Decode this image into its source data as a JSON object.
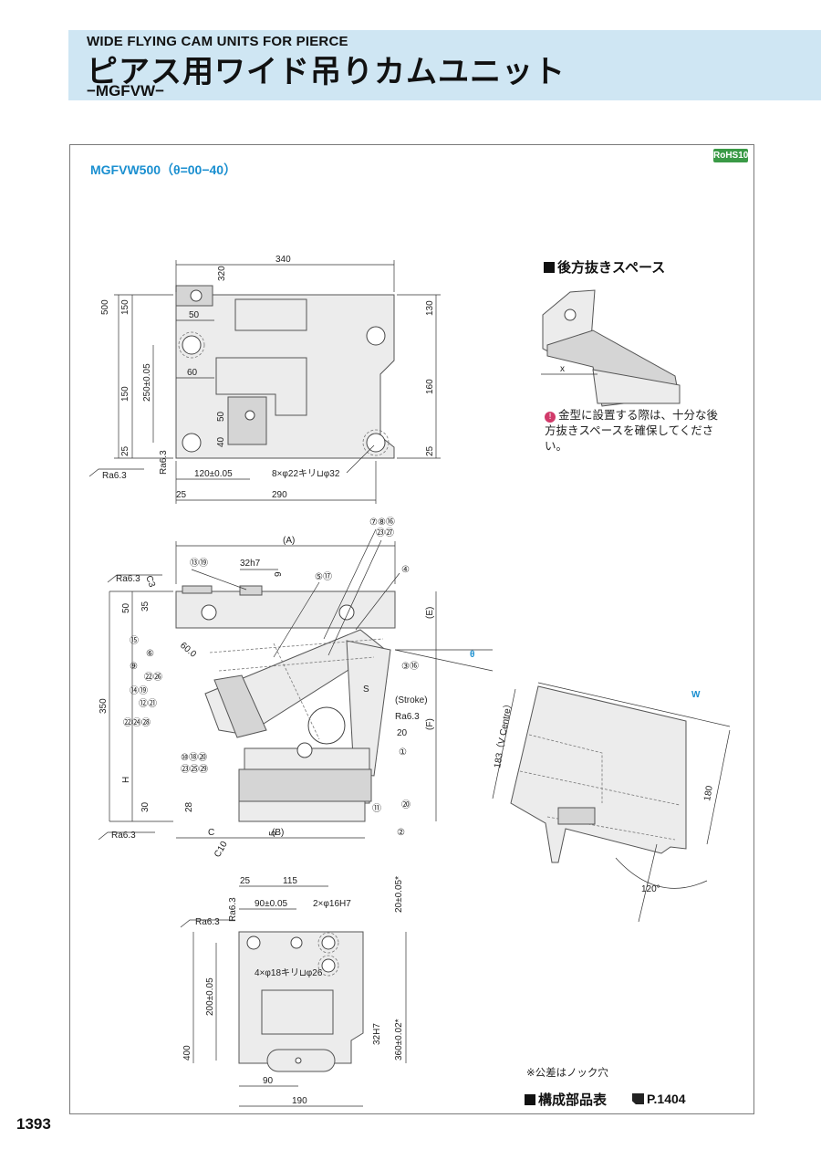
{
  "header": {
    "title_en": "WIDE FLYING CAM UNITS FOR PIERCE",
    "title_jp": "ピアス用ワイド吊りカムユニット",
    "code": "−MGFVW−"
  },
  "model_label": "MGFVW500（θ=00−40）",
  "rohs_badge": "RoHS10",
  "rear_space": {
    "title": "後方抜きスペース",
    "x_label": "x",
    "note": "金型に設置する際は、十分な後方抜きスペースを確保してください。"
  },
  "top_view": {
    "dims": {
      "w340": "340",
      "h500": "500",
      "v150a": "150",
      "v150b": "150",
      "v25a": "25",
      "d320": "320",
      "d50": "50",
      "d60": "60",
      "d250": "250±0.05",
      "d50b": "50",
      "d40": "40",
      "r130": "130",
      "r160": "160",
      "r25": "25",
      "d120": "120±0.05",
      "holes": "8×φ22キリ⊔φ32",
      "b25": "25",
      "b290": "290",
      "ra1": "Ra6.3",
      "ra2": "Ra6.3"
    }
  },
  "front_view": {
    "dims": {
      "A": "(A)",
      "E": "(E)",
      "F": "(F)",
      "B": "(B)",
      "H": "H",
      "C": "C",
      "d32h7": "32h7",
      "d9": "9",
      "d50": "50",
      "d35": "35",
      "d60": "60.0",
      "d350": "350",
      "d30": "30",
      "d28": "28",
      "d5": "5",
      "c10": "C10",
      "c3": "C3",
      "theta": "θ",
      "S": "S",
      "stroke": "(Stroke)",
      "d20": "20",
      "ra1": "Ra6.3",
      "ra2": "Ra6.3",
      "ra3": "Ra6.3"
    },
    "callouts": [
      "⑦⑧⑯",
      "㉓㉗",
      "⑬⑲",
      "⑤⑰",
      "④",
      "⑮",
      "⑥",
      "⑨",
      "㉒㉖",
      "⑭⑲",
      "⑫㉑",
      "㉒㉔㉘",
      "⑩⑱⑳",
      "㉓㉕㉙",
      "③⑯",
      "①",
      "⑳",
      "⑪",
      "②"
    ]
  },
  "side_view": {
    "dims": {
      "w": "W",
      "v183": "183（V Centre）",
      "d180": "180",
      "a120": "120°"
    }
  },
  "bottom_view": {
    "dims": {
      "d25": "25",
      "d115": "115",
      "d90tol": "90±0.05",
      "d2holes": "2×φ16H7",
      "d20tol": "20±0.05*",
      "ra": "Ra6.3",
      "ra2": "Ra6.3",
      "d200": "200±0.05",
      "d400": "400",
      "holes4": "4×φ18キリ⊔φ26",
      "d32h7": "32H7",
      "d360": "360±0.02*",
      "d90": "90",
      "d190": "190"
    }
  },
  "footer": {
    "tolerance_note": "※公差はノック穴",
    "parts_table": "構成部品表",
    "parts_ref": "P.1404",
    "page_number": "1393"
  },
  "colors": {
    "header_bg": "#cfe6f3",
    "model_blue": "#1a8fd0",
    "rohs_green": "#3a9a46"
  }
}
